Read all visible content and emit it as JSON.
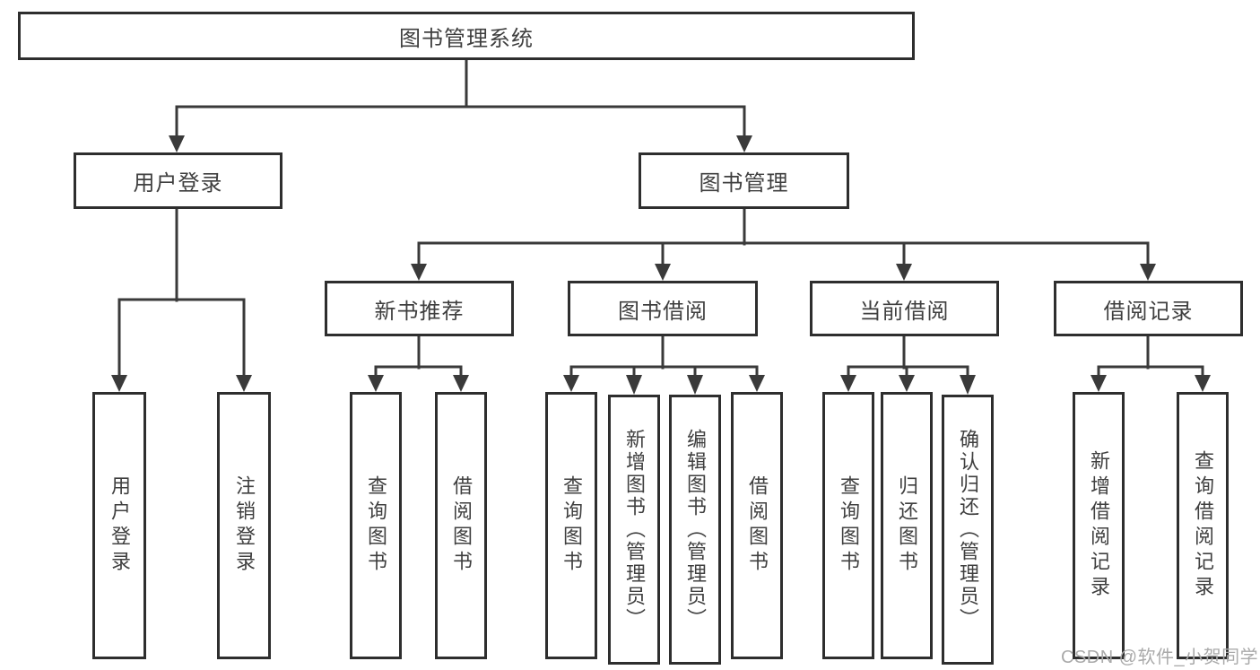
{
  "tree": {
    "label": "图书管理系统",
    "children": [
      {
        "label": "用户登录",
        "children": [
          {
            "label": "用户登录"
          },
          {
            "label": "注销登录"
          }
        ]
      },
      {
        "label": "图书管理",
        "children": [
          {
            "label": "新书推荐",
            "children": [
              {
                "label": "查询图书"
              },
              {
                "label": "借阅图书"
              }
            ]
          },
          {
            "label": "图书借阅",
            "children": [
              {
                "label": "查询图书"
              },
              {
                "label": "新增图书（管理员）"
              },
              {
                "label": "编辑图书（管理员）"
              },
              {
                "label": "借阅图书"
              }
            ]
          },
          {
            "label": "当前借阅",
            "children": [
              {
                "label": "查询图书"
              },
              {
                "label": "归还图书"
              },
              {
                "label": "确认归还（管理员）"
              }
            ]
          },
          {
            "label": "借阅记录",
            "children": [
              {
                "label": "新增借阅记录"
              },
              {
                "label": "查询借阅记录"
              }
            ]
          }
        ]
      }
    ]
  },
  "watermark": "CSDN @软件_小贺同学",
  "colors": {
    "line": "#3a3a3a",
    "box_border": "#2e2e2e",
    "box_bg": "#ffffff",
    "text": "#3f3f3f",
    "watermark": "#aaaaaa"
  }
}
